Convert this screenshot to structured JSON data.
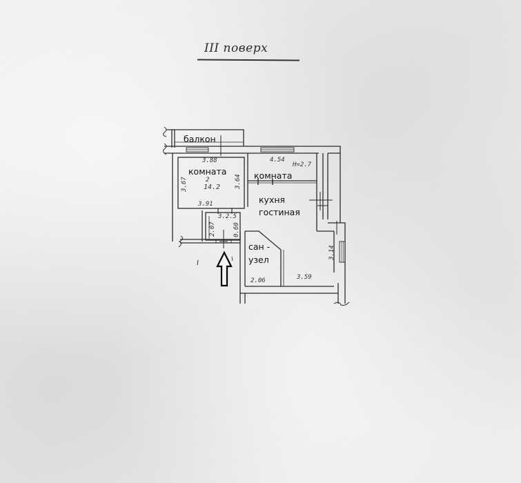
{
  "title": "III поверх",
  "rooms": {
    "balcony": "балкон",
    "room1": "комната",
    "room2": "комната",
    "kitchen_line1": "кухня",
    "kitchen_line2": "гостиная",
    "bath_line1": "сан -",
    "bath_line2": "узел"
  },
  "dimensions": {
    "room1_top": "3.88",
    "room1_left": "3.67",
    "room1_right": "3.64",
    "room1_area_num": "2",
    "room1_area": "14.2",
    "room1_bottom": "3.91",
    "hall_top": "3.2.5",
    "hall_left": "2.07",
    "hall_right": "0.60",
    "room2_top": "4.54",
    "height": "H=2.7",
    "kitchen_right": "3.14",
    "kitchen_bottom": "3.59",
    "bath_bottom": "2.06"
  },
  "entrance_arrow": "up-arrow"
}
